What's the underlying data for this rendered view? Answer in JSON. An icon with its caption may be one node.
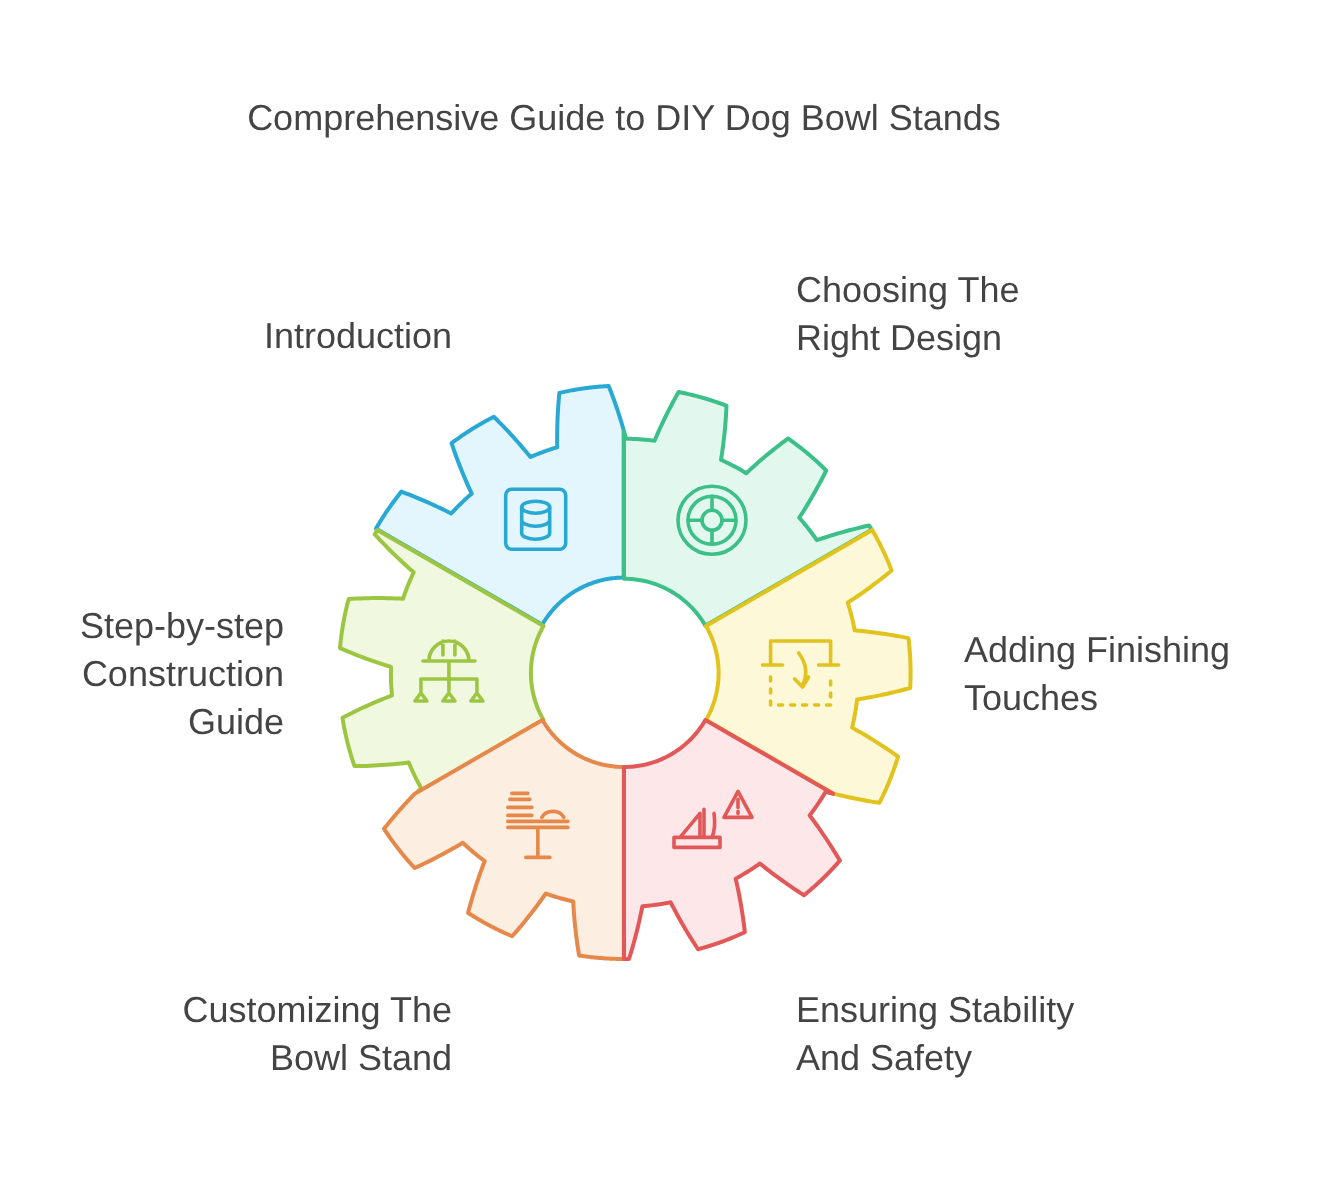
{
  "diagram": {
    "title": "Comprehensive Guide to DIY Dog Bowl Stands",
    "nodes": [
      {
        "text": [
          "Introduction"
        ]
      },
      {
        "text": [
          "Choosing The Right Design"
        ]
      },
      {
        "text": [
          "Step-by-step Construction Guide"
        ]
      },
      {
        "text": [
          "Adding Finishing Touches"
        ]
      },
      {
        "text": [
          "Customizing The Bowl Stand"
        ]
      },
      {
        "text": [
          "Ensuring Stability And Safety"
        ]
      }
    ]
  }
}
